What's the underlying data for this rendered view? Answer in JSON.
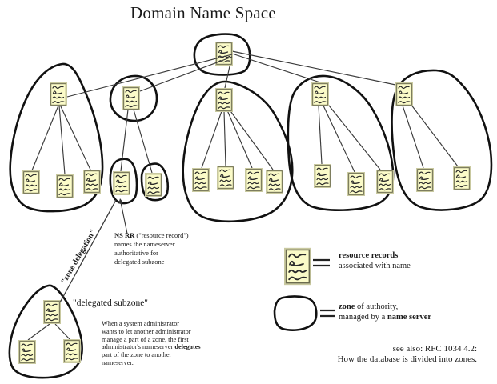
{
  "title": "Domain Name Space",
  "labels": {
    "zone_delegation": "\"zone delegation\"",
    "delegated_subzone": "\"delegated subzone\""
  },
  "ns_annotation": {
    "line1_bold": "NS RR",
    "line1_rest": " (\"resource record\")",
    "line2": "names the nameserver",
    "line3": "authoritative for",
    "line4": "delegated subzone"
  },
  "delegation_note": {
    "line1": "When a system administrator",
    "line2": "wants to let another administrator",
    "line3": "manage a part of a zone, the first",
    "line4_pre": "administrator's nameserver ",
    "line4_bold": "delegates",
    "line5": "part of the zone to another",
    "line6": "nameserver."
  },
  "legend": {
    "equals": "=",
    "resource_records_bold": "resource records",
    "resource_records_rest": "associated with name",
    "zone_bold": "zone",
    "zone_rest": " of authority,",
    "zone_line2_pre": "managed by a ",
    "zone_line2_bold": "name server"
  },
  "see_also": {
    "line1": "see also: RFC 1034 4.2:",
    "line2": "How the database is divided into zones."
  },
  "icons": {
    "resource_record": "yellow-note-with-squiggle-lines",
    "zone": "hand-drawn-closed-outline"
  },
  "colors": {
    "note_fill": "#fbfbc8",
    "note_border": "#6b6b4f",
    "outline": "#111111",
    "edge": "#3a3a3a"
  }
}
